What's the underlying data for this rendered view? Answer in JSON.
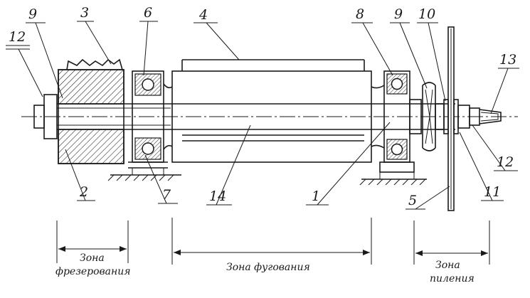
{
  "callouts": {
    "c1": "1",
    "c2": "2",
    "c3": "3",
    "c4": "4",
    "c5": "5",
    "c6": "6",
    "c7": "7",
    "c8": "8",
    "c9a": "9",
    "c9b": "9",
    "c10": "10",
    "c11": "11",
    "c12a": "12",
    "c12b": "12",
    "c13": "13",
    "c14": "14"
  },
  "zones": {
    "milling_line1": "Зона",
    "milling_line2": "фрезерования",
    "jointing": "Зона фугования",
    "sawing_line1": "Зона",
    "sawing_line2": "пиления"
  }
}
